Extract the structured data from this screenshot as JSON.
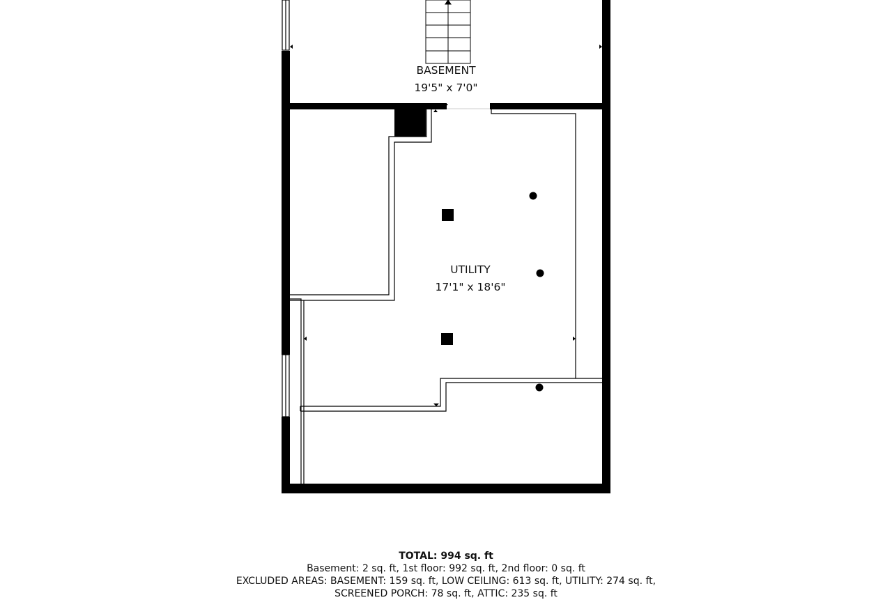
{
  "rooms": [
    {
      "name": "BASEMENT",
      "dimensions": "19'5\" x 7'0\""
    },
    {
      "name": "UTILITY",
      "dimensions": "17'1\" x 18'6\""
    }
  ],
  "summary": {
    "total": "TOTAL: 994 sq. ft",
    "floors": "Basement: 2 sq. ft, 1st floor: 992 sq. ft, 2nd floor: 0 sq. ft",
    "excluded_1": "EXCLUDED AREAS: BASEMENT: 159 sq. ft, LOW CEILING: 613 sq. ft, UTILITY: 274 sq. ft,",
    "excluded_2": "SCREENED PORCH: 78 sq. ft, ATTIC: 235 sq. ft"
  },
  "colors": {
    "wall": "#000000",
    "background": "#ffffff"
  }
}
